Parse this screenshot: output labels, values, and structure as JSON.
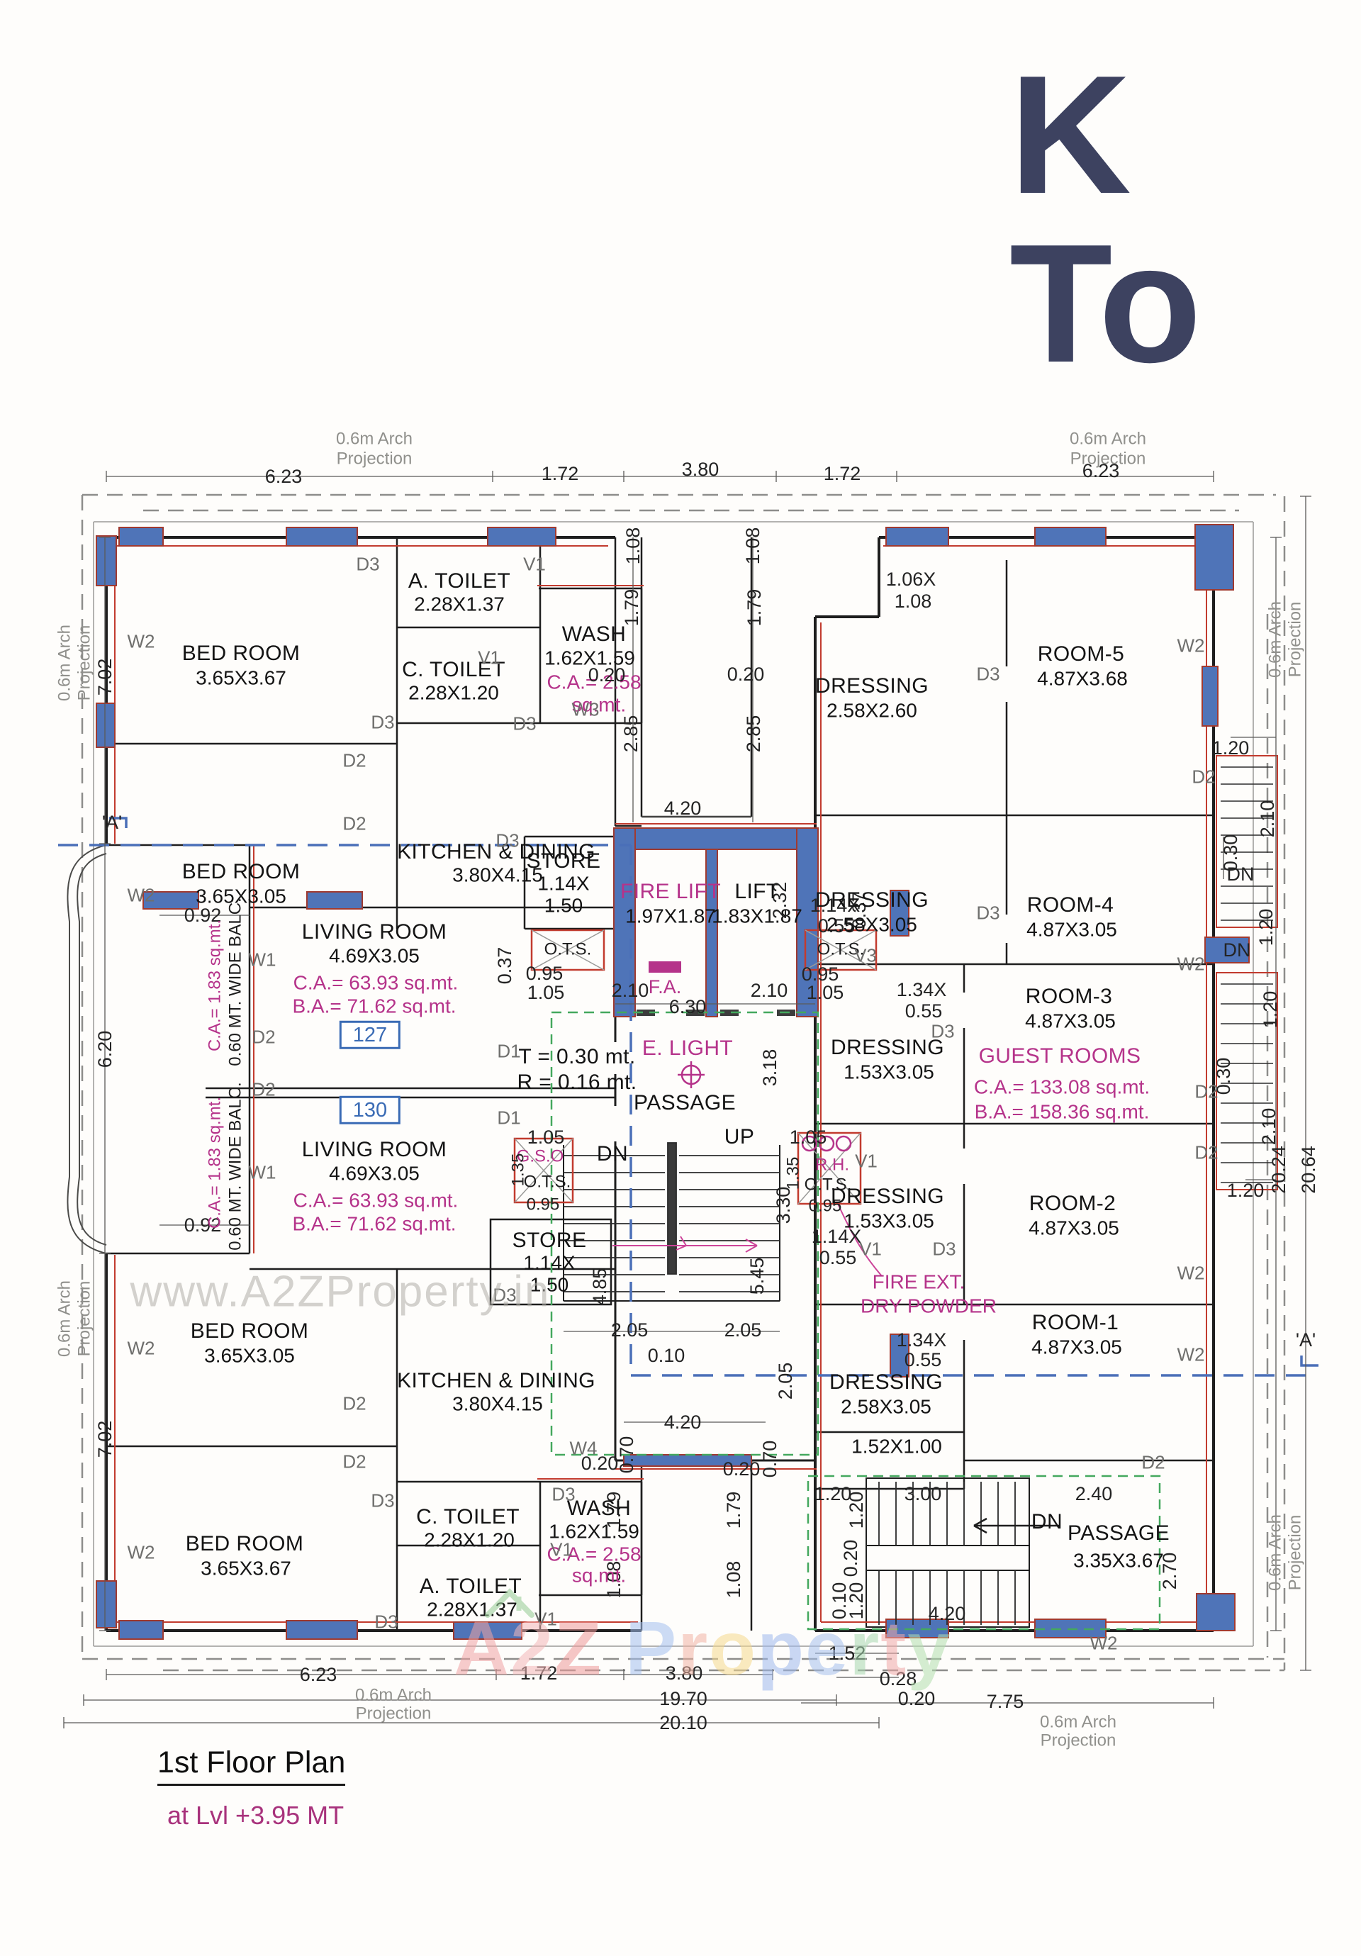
{
  "page": {
    "title_clipped": "K To"
  },
  "footer": {
    "title": "1st Floor Plan",
    "subtitle": "at Lvl +3.95 MT"
  },
  "watermark": {
    "url_text": "www.A2ZProperty.in",
    "brand_letters": [
      {
        "ch": "A",
        "color": "#f0a4a4"
      },
      {
        "ch": "2",
        "color": "#f4b8b8"
      },
      {
        "ch": "Z",
        "color": "#ee9a9a"
      },
      {
        "ch": " ",
        "color": "#000000"
      },
      {
        "ch": "P",
        "color": "#a4c0f0"
      },
      {
        "ch": "r",
        "color": "#f2b4a4"
      },
      {
        "ch": "o",
        "color": "#f5d98e"
      },
      {
        "ch": "p",
        "color": "#9fb9ee"
      },
      {
        "ch": "e",
        "color": "#a6c0ee"
      },
      {
        "ch": "r",
        "color": "#a8d8b0"
      },
      {
        "ch": "t",
        "color": "#f0a8a8"
      },
      {
        "ch": "y",
        "color": "#b2dfae"
      }
    ],
    "roof_color": "#9ccf9c"
  },
  "colors": {
    "wall_blue": "#4f74b8",
    "line_red": "#c23b2e",
    "magenta": "#b5338a",
    "dash_blue": "#4a6fb8",
    "dash_green": "#44a85e",
    "unit_blue": "#3a6bb5",
    "title_navy": "#3d4260",
    "footer_pink": "#a8327c"
  },
  "rooms": {
    "bed_tl": {
      "n": "BED ROOM",
      "d": "3.65X3.67"
    },
    "bed_tl2": {
      "n": "BED ROOM",
      "d": "3.65X3.05"
    },
    "bed_bl": {
      "n": "BED ROOM",
      "d": "3.65X3.05"
    },
    "bed_bl2": {
      "n": "BED ROOM",
      "d": "3.65X3.67"
    },
    "atoilet": {
      "n": "A. TOILET",
      "d": "2.28X1.37"
    },
    "ctoilet": {
      "n": "C. TOILET",
      "d": "2.28X1.20"
    },
    "wash": {
      "n": "WASH",
      "d": "1.62X1.59",
      "ca": "C.A.= 2.58",
      "sq": "sq.mt."
    },
    "kitchen": {
      "n": "KITCHEN & DINING",
      "d": "3.80X4.15"
    },
    "store": {
      "n": "STORE",
      "d1": "1.14X",
      "d2": "1.50"
    },
    "living": {
      "n": "LIVING ROOM",
      "d": "4.69X3.05",
      "ca": "C.A.= 63.93 sq.mt.",
      "ba": "B.A.= 71.62 sq.mt."
    },
    "unit127": "127",
    "unit130": "130",
    "firelift": {
      "n": "FIRE LIFT",
      "d": "1.97X1.87"
    },
    "lift": {
      "n": "LIFT",
      "d": "1.83X1.87"
    },
    "passage": {
      "n": "PASSAGE"
    },
    "dress260": {
      "n": "DRESSING",
      "d": "2.58X2.60"
    },
    "dress305": {
      "n": "DRESSING",
      "d": "2.58X3.05"
    },
    "dress153": {
      "n": "DRESSING",
      "d": "1.53X3.05"
    },
    "room5": {
      "n": "ROOM-5",
      "d": "4.87X3.68"
    },
    "room4": {
      "n": "ROOM-4",
      "d": "4.87X3.05"
    },
    "room3": {
      "n": "ROOM-3",
      "d": "4.87X3.05"
    },
    "room2": {
      "n": "ROOM-2",
      "d": "4.87X3.05"
    },
    "room1": {
      "n": "ROOM-1",
      "d": "4.87X3.05"
    },
    "guest": {
      "t": "GUEST ROOMS",
      "ca": "C.A.= 133.08 sq.mt.",
      "ba": "B.A.= 158.36 sq.mt."
    },
    "small1": "1.52X1.00",
    "passage_br": {
      "n": "PASSAGE",
      "d": "3.35X3.67"
    }
  },
  "annot": {
    "up": "UP",
    "dn": "DN",
    "fa": "F.A.",
    "elight": "E. LIGHT",
    "t": "T = 0.30 mt.",
    "r": "R = 0.16 mt.",
    "gso": "G.S.O",
    "ots": "O.T.S.",
    "rh": "R.H.",
    "fire1": "FIRE EXT.",
    "fire2": "DRY POWDER",
    "balc_ca": "C.A.= 1.83 sq.mt.",
    "balc": "0.60 MT. WIDE BALC.",
    "arch1": "0.6m Arch",
    "arch2": "Projection",
    "sectionA": "'A'"
  },
  "tags": {
    "w1": "W1",
    "w2": "W2",
    "w3": "W3",
    "w4": "W4",
    "d1": "D1",
    "d2": "D2",
    "d3": "D3",
    "v1": "V1",
    "v3": "V3"
  },
  "dims": {
    "v010": "0.10",
    "v020": "0.20",
    "v028": "0.28",
    "v030": "0.30",
    "v037": "0.37",
    "v055": "0.55",
    "v070": "0.70",
    "v092": "0.92",
    "v095": "0.95",
    "v105": "1.05",
    "v106x": "1.06X",
    "v108": "1.08",
    "v114x": "1.14X",
    "v120": "1.20",
    "v134x": "1.34X",
    "v135": "1.35",
    "v150": "1.50",
    "v152": "1.52",
    "v172": "1.72",
    "v179": "1.79",
    "v205": "2.05",
    "v210": "2.10",
    "v232": "2.32",
    "v240": "2.40",
    "v270": "2.70",
    "v285": "2.85",
    "v300": "3.00",
    "v318": "3.18",
    "v330": "3.30",
    "v380": "3.80",
    "v420": "4.20",
    "v485": "4.85",
    "v545": "5.45",
    "v620": "6.20",
    "v623": "6.23",
    "v630": "6.30",
    "v702": "7.02",
    "v775": "7.75",
    "v1970": "19.70",
    "v2010": "20.10",
    "v2024": "20.24",
    "v2064": "20.64"
  }
}
